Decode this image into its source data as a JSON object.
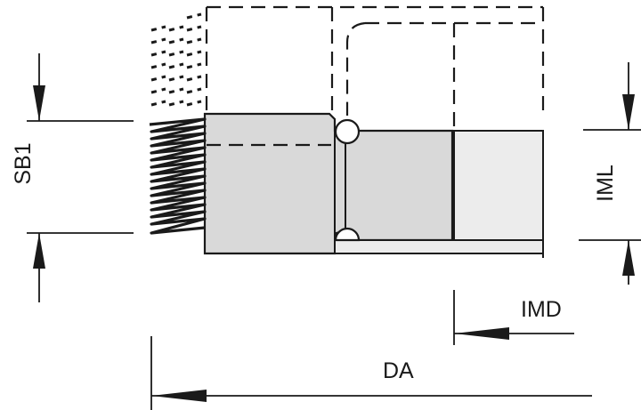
{
  "labels": {
    "sb1": "SB1",
    "iml": "IML",
    "imd": "IMD",
    "da": "DA"
  },
  "colors": {
    "line": "#1a1a1a",
    "part_fill": "#d9d9d9",
    "light_fill": "#ececec",
    "background": "#ffffff"
  }
}
